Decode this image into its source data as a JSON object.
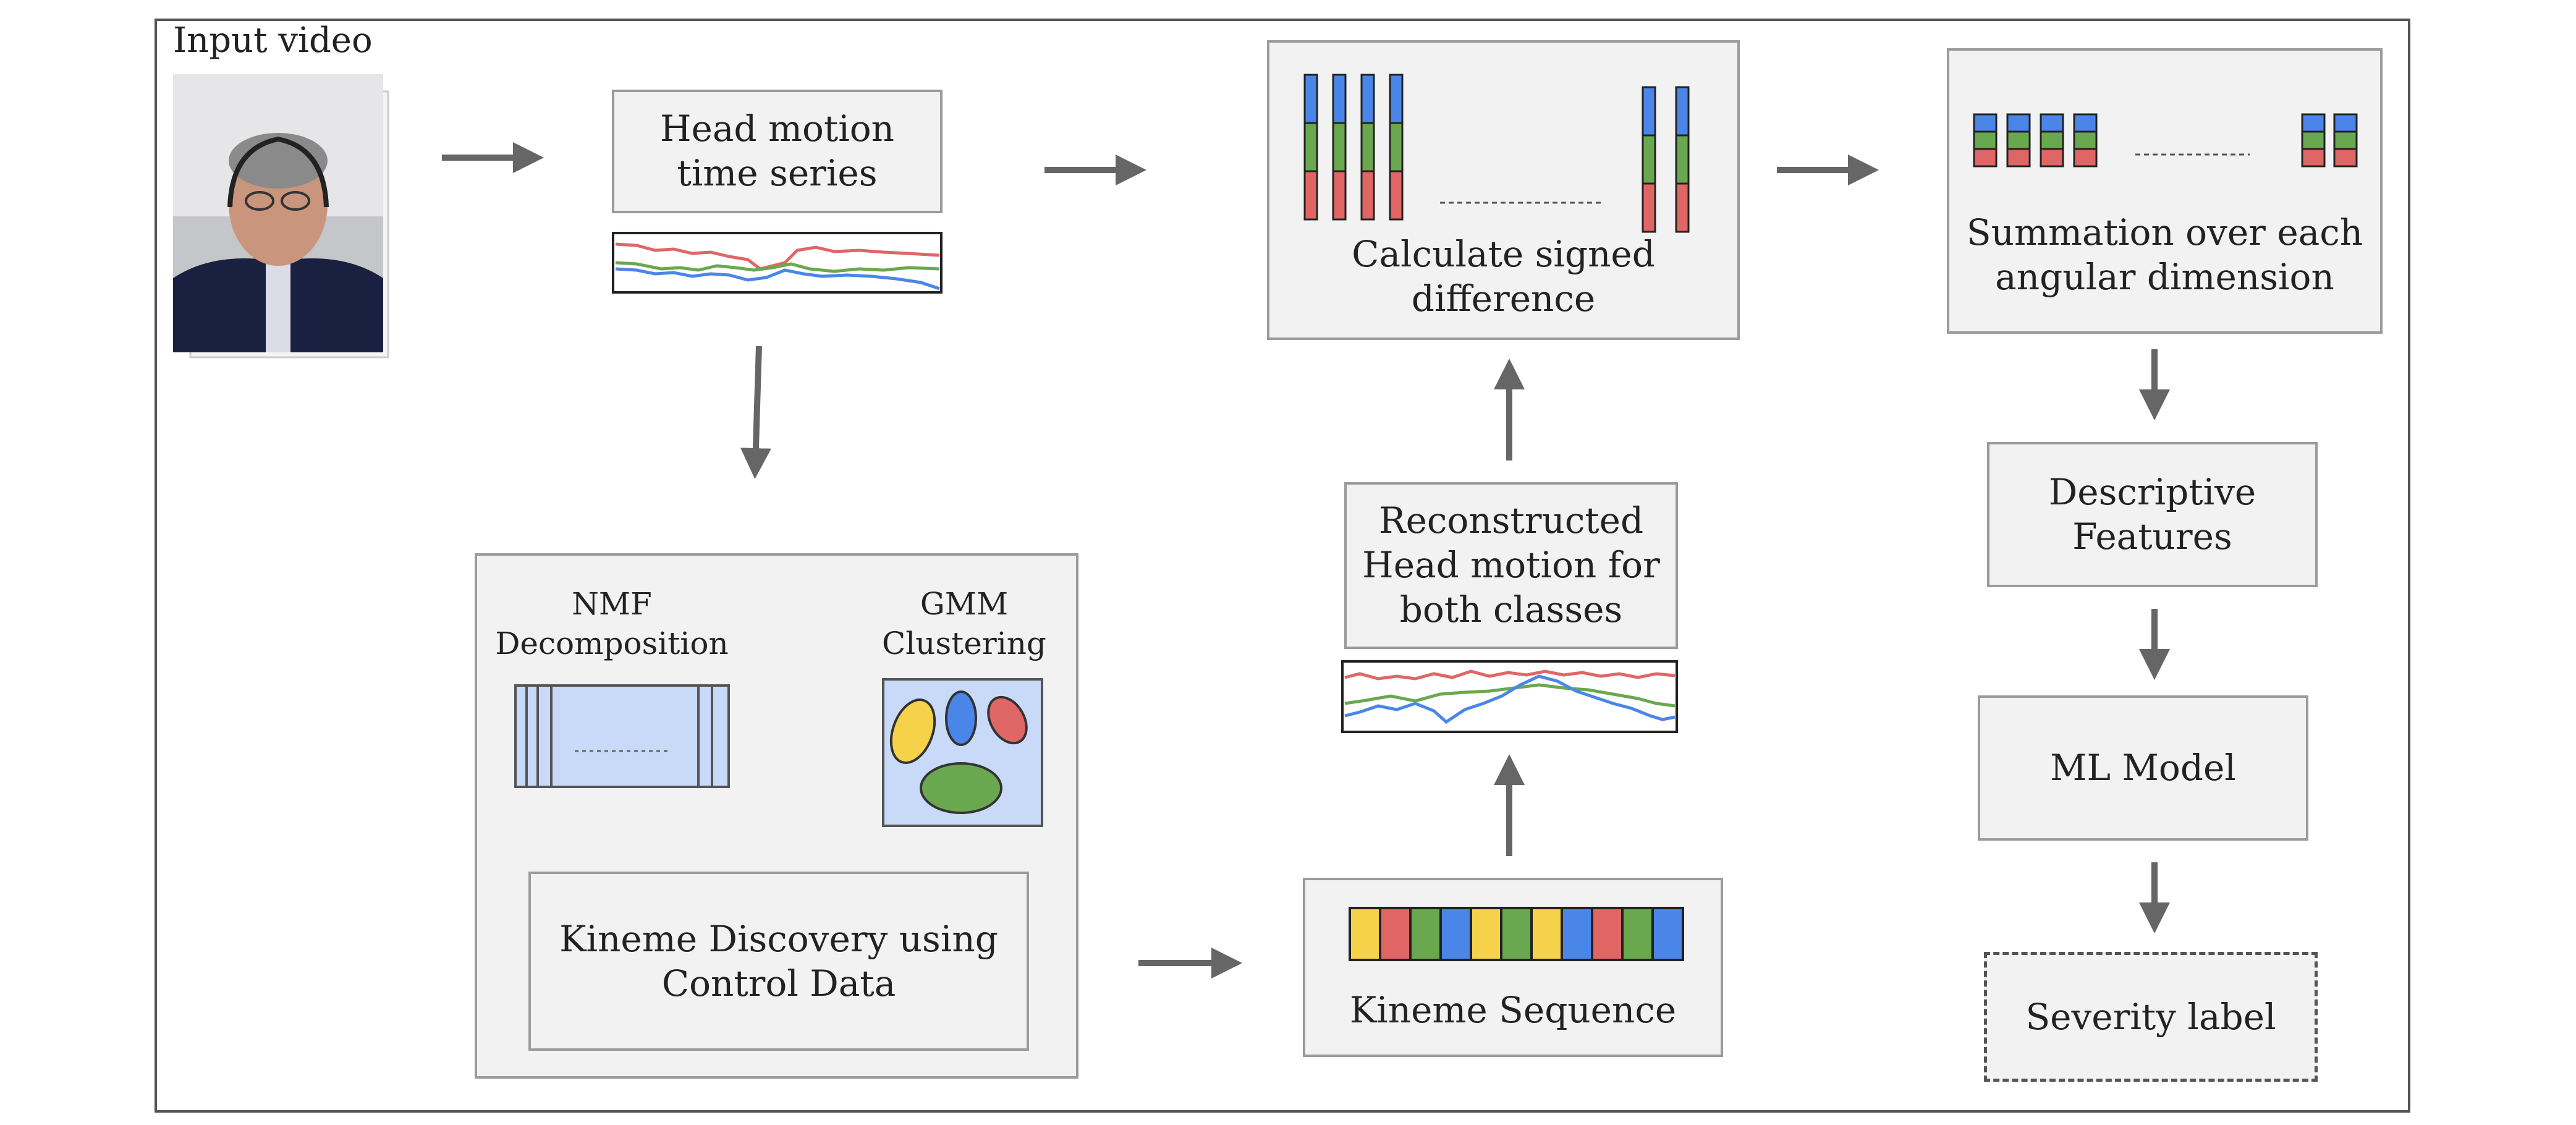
{
  "input_label": "Input video",
  "nodes": {
    "head_motion": "Head motion\ntime series",
    "signed_diff": "Calculate signed\ndifference",
    "summation": "Summation over each\nangular dimension",
    "nmf": "NMF\nDecomposition",
    "gmm": "GMM\nClustering",
    "kineme_discovery": "Kineme Discovery using\nControl Data",
    "reconstructed": "Reconstructed\nHead motion for\nboth classes",
    "kineme_sequence": "Kineme Sequence",
    "descriptive": "Descriptive\nFeatures",
    "ml_model": "ML Model",
    "severity": "Severity label"
  },
  "colors": {
    "blue": "#4a86e8",
    "green": "#6aa84f",
    "red": "#e06666",
    "yellow": "#f6d24a",
    "panel_fill": "#c9daf8",
    "arrow": "#666666"
  },
  "kineme_sequence_colors": [
    "yellow",
    "red",
    "green",
    "blue",
    "yellow",
    "green",
    "yellow",
    "blue",
    "red",
    "green",
    "blue"
  ]
}
